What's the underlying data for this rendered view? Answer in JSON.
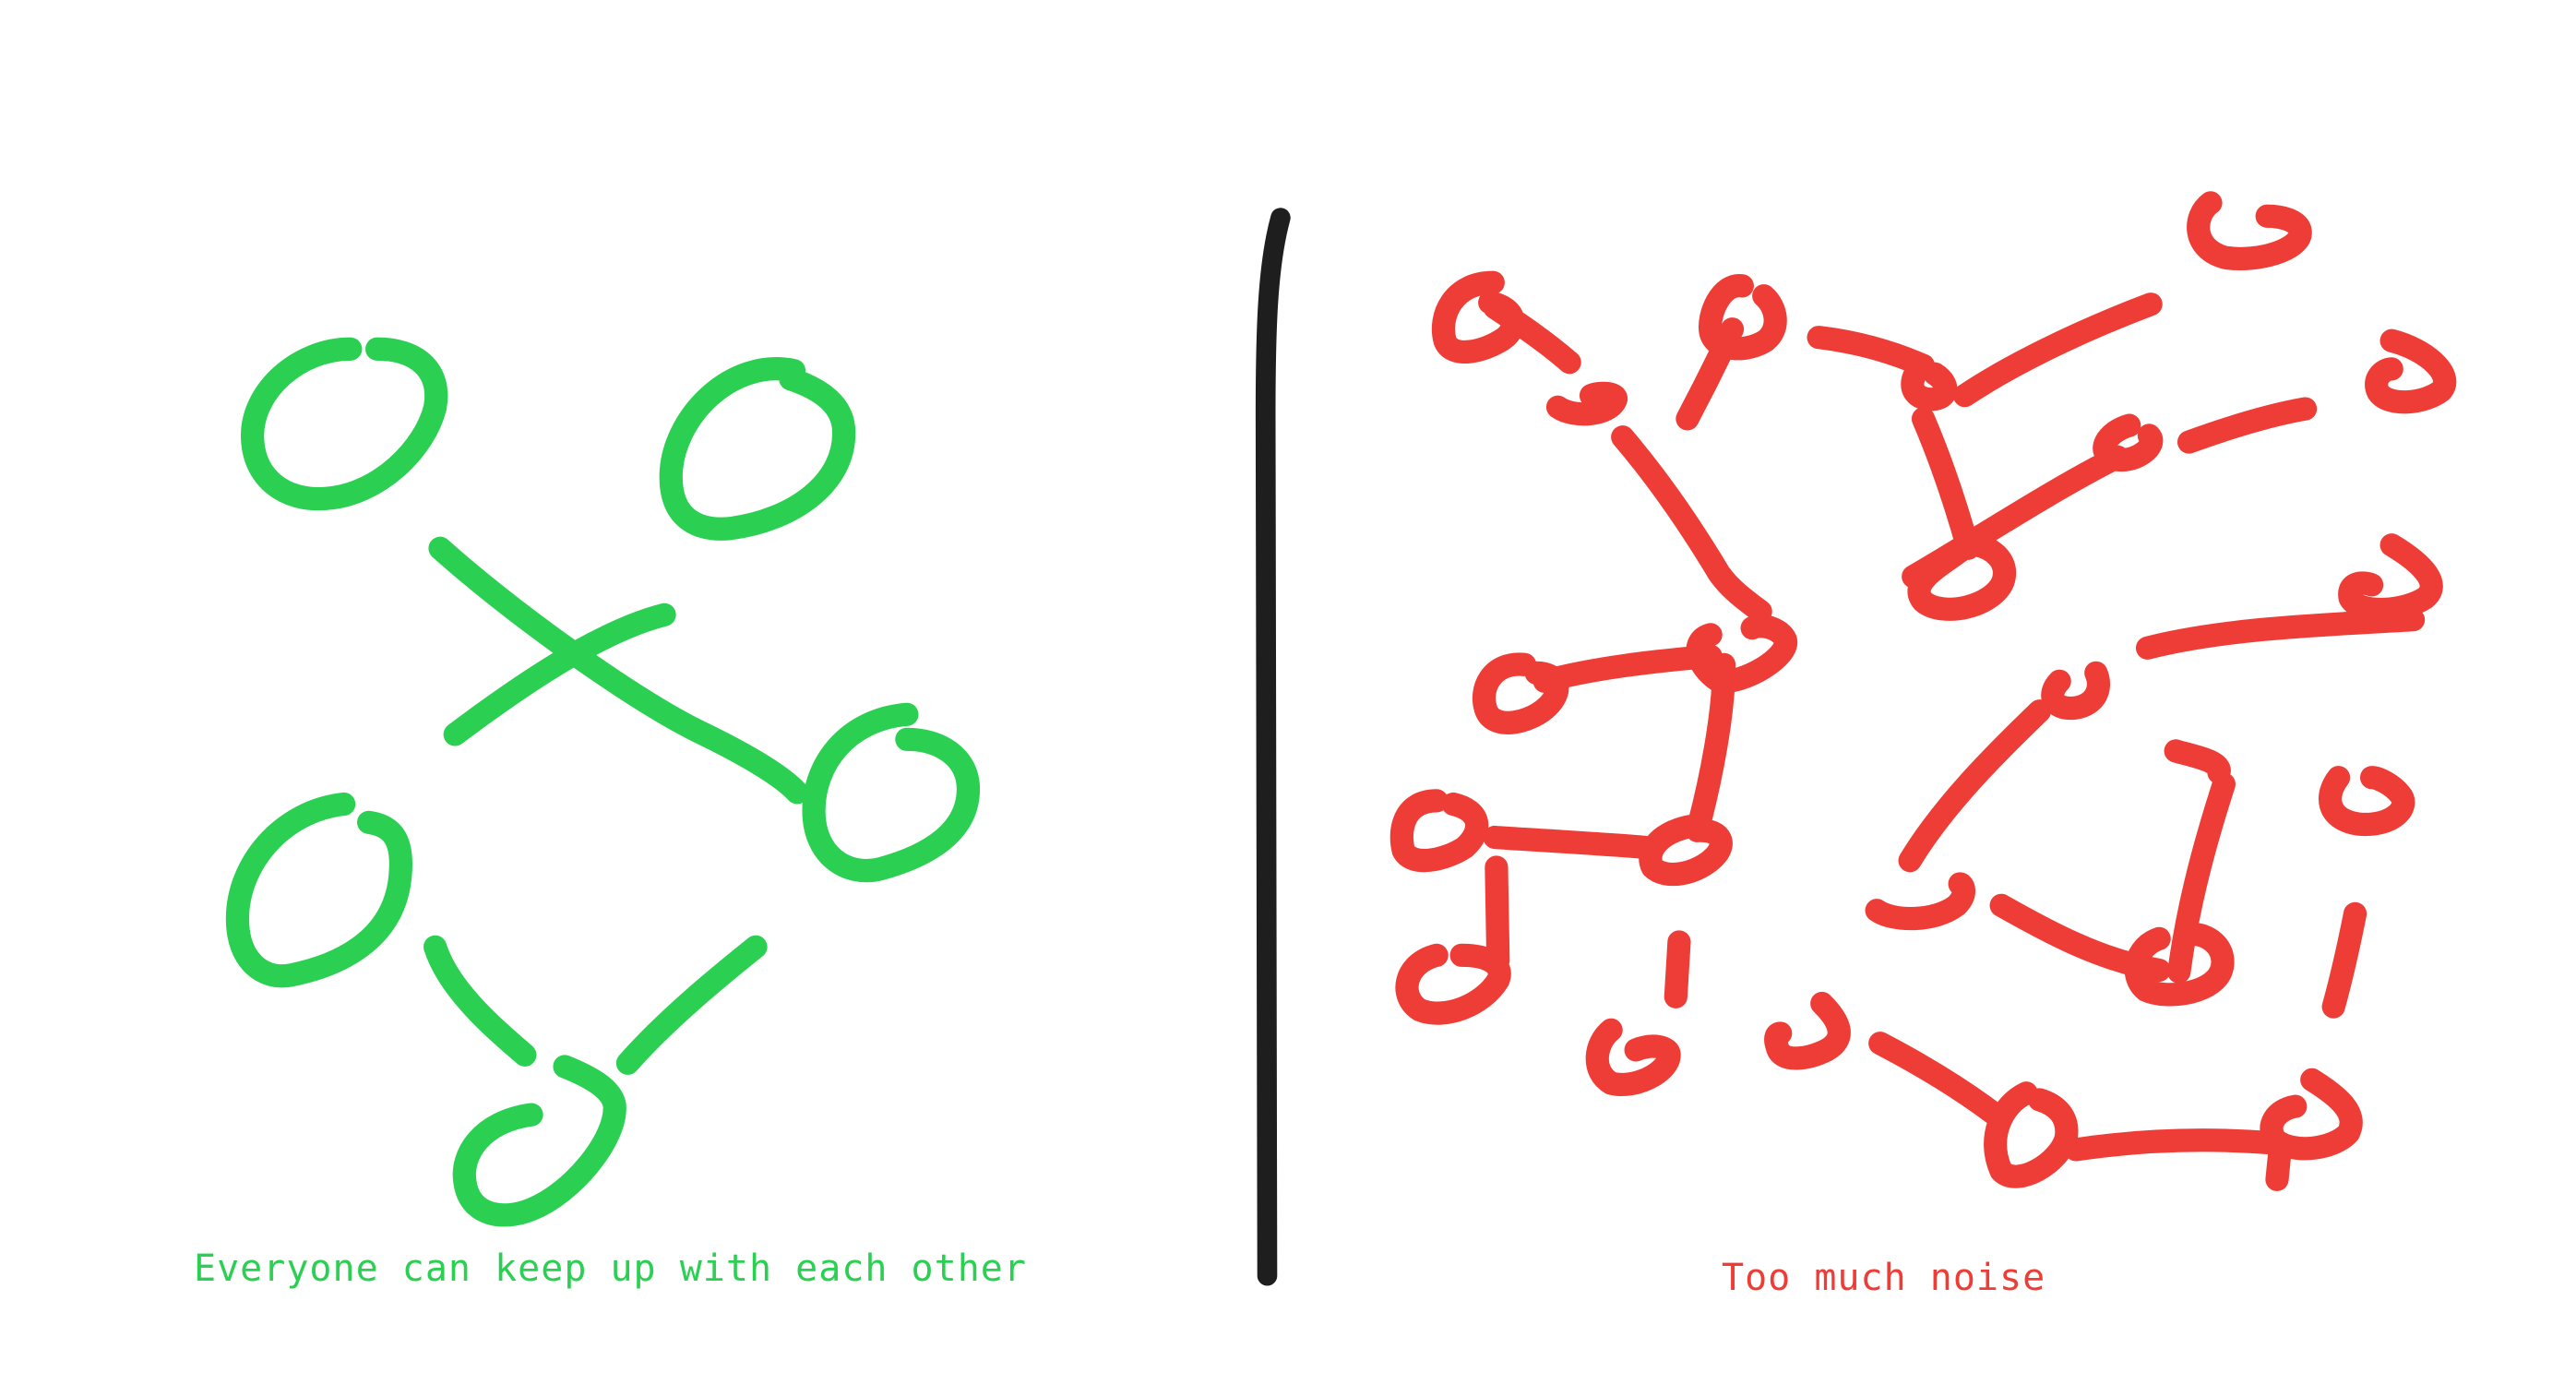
{
  "colors": {
    "healthy": "#2bd052",
    "noisy": "#ee3d36",
    "divider": "#1e1e1e",
    "background": "#ffffff"
  },
  "left_panel": {
    "caption": "Everyone can keep up with each other",
    "node_count": 5,
    "connection_count": 4
  },
  "right_panel": {
    "caption": "Too much noise"
  }
}
